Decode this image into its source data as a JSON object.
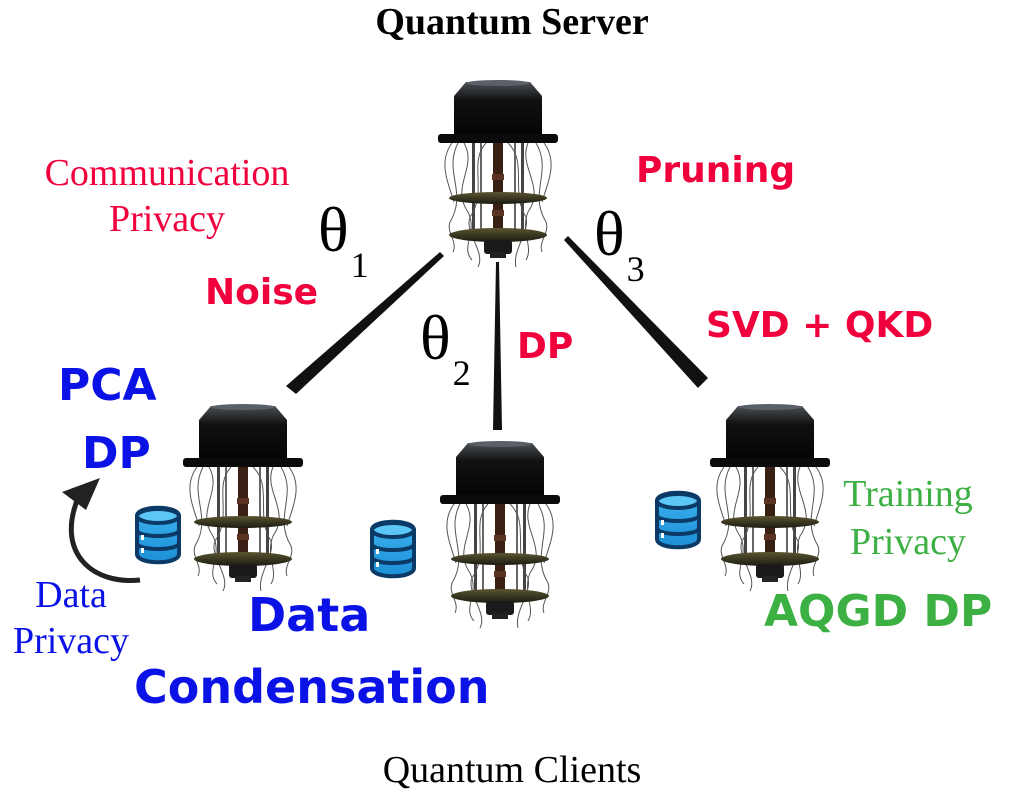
{
  "diagram": {
    "server_label": "Quantum Server",
    "clients_label": "Quantum Clients",
    "parameters": [
      {
        "symbol": "θ",
        "subscript": "1"
      },
      {
        "symbol": "θ",
        "subscript": "2"
      },
      {
        "symbol": "θ",
        "subscript": "3"
      }
    ],
    "communication_privacy": {
      "heading_line1": "Communication",
      "heading_line2": "Privacy",
      "methods": [
        "Noise",
        "DP",
        "Pruning",
        "SVD + QKD"
      ],
      "color": "#f0003c"
    },
    "data_privacy": {
      "heading_line1": "Data",
      "heading_line2": "Privacy",
      "methods": [
        "PCA",
        "DP",
        "Data",
        "Condensation"
      ],
      "color": "#0a12e6"
    },
    "training_privacy": {
      "heading_line1": "Training",
      "heading_line2": "Privacy",
      "methods": [
        "AQGD DP"
      ],
      "color": "#3cb043"
    },
    "nodes": [
      {
        "role": "server"
      },
      {
        "role": "client",
        "index": 1
      },
      {
        "role": "client",
        "index": 2
      },
      {
        "role": "client",
        "index": 3
      }
    ],
    "icons": {
      "database": "database-icon",
      "quantum_computer": "quantum-computer-icon",
      "arrow": "curved-arrow-icon"
    }
  }
}
